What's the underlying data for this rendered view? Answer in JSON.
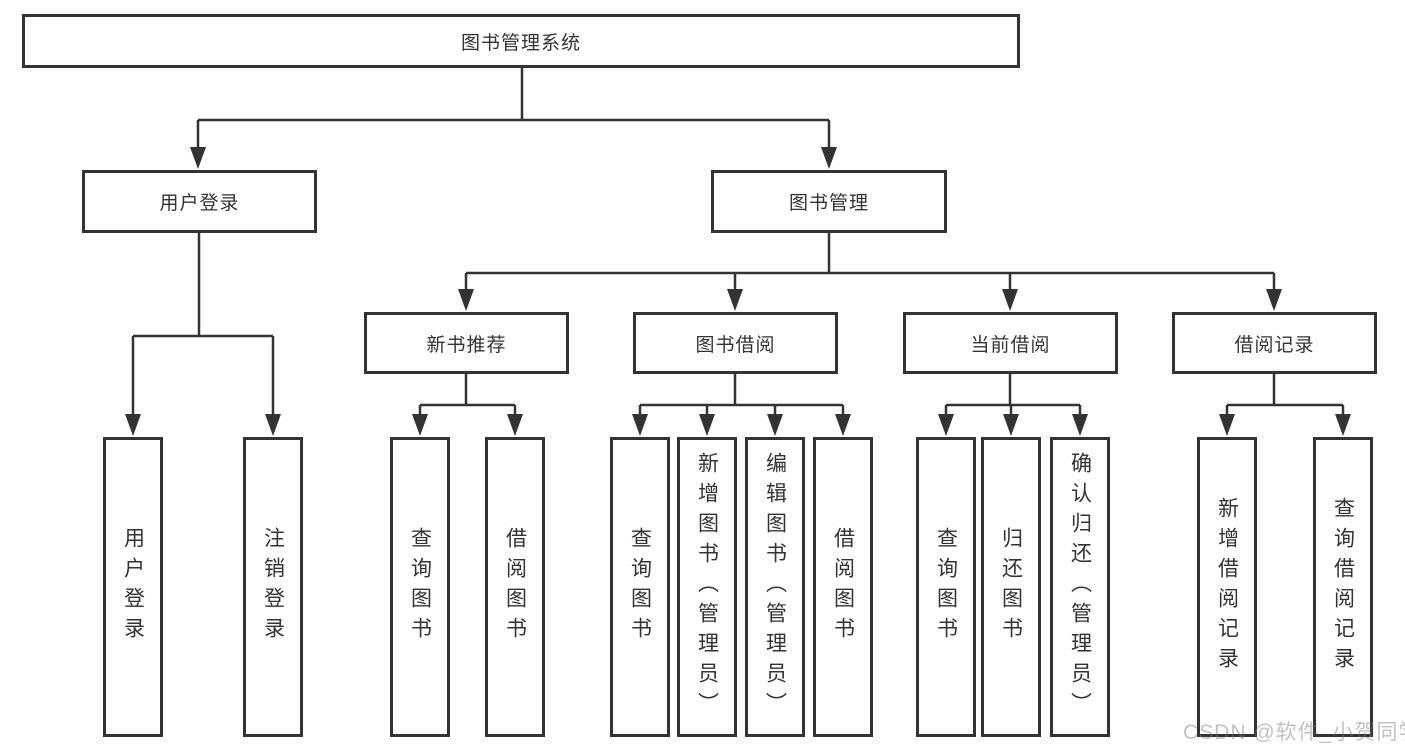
{
  "tree": {
    "label": "图书管理系统",
    "children": [
      {
        "label": "用户登录",
        "children": [
          {
            "label": "用户登录"
          },
          {
            "label": "注销登录"
          }
        ]
      },
      {
        "label": "图书管理",
        "children": [
          {
            "label": "新书推荐",
            "children": [
              {
                "label": "查询图书"
              },
              {
                "label": "借阅图书"
              }
            ]
          },
          {
            "label": "图书借阅",
            "children": [
              {
                "label": "查询图书"
              },
              {
                "label": "新增图书（管理员）"
              },
              {
                "label": "编辑图书（管理员）"
              },
              {
                "label": "借阅图书"
              }
            ]
          },
          {
            "label": "当前借阅",
            "children": [
              {
                "label": "查询图书"
              },
              {
                "label": "归还图书"
              },
              {
                "label": "确认归还（管理员）"
              }
            ]
          },
          {
            "label": "借阅记录",
            "children": [
              {
                "label": "新增借阅记录"
              },
              {
                "label": "查询借阅记录"
              }
            ]
          }
        ]
      }
    ]
  },
  "watermark": {
    "text": "CSDN @软件_小贺同学"
  },
  "colors": {
    "line": "#333333",
    "text": "#333333",
    "background": "#ffffff",
    "watermark": "#bcbcbc"
  }
}
